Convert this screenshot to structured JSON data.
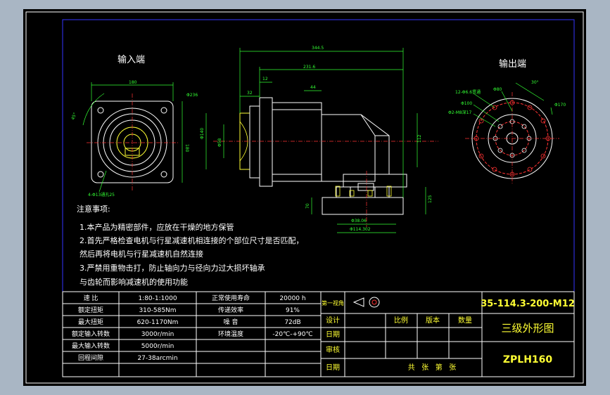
{
  "views": {
    "input_title": "输入端",
    "output_title": "输出端"
  },
  "dimensions": {
    "overall_length": "344.5",
    "mid_length": "231.6",
    "d_44": "44",
    "d_32": "32",
    "d_12": "12",
    "input_square": "180",
    "input_side": "180",
    "input_dia": "Φ236",
    "input_angle": "45°",
    "input_holes": "4-Φ13通孔25",
    "bore1": "Φ140",
    "bore2": "Φ58",
    "height_112": "112",
    "height_2": "125",
    "height_3": "70",
    "base_w": "Φ114.302",
    "base_w2": "Φ38.06",
    "out_holes1": "12-Φ6.6贯通",
    "out_dia1": "Φ80",
    "out_dia2": "Φ100",
    "out_holes2": "Φ2-M8深17",
    "out_dia3": "Φ170",
    "out_angle": "30°"
  },
  "notes": {
    "heading": "注意事项:",
    "line1": "1.本产品为精密部件，应放在干燥的地方保管",
    "line2": "2.首先严格检查电机与行星减速机相连接的个部位尺寸是否匹配，",
    "line3": "然后再将电机与行星减速机自然连接",
    "line4": "3.严禁用重物击打，防止轴向力与径向力过大损坏轴承",
    "line5": "与齿轮而影响减速机的使用功能"
  },
  "specs": {
    "rows": [
      {
        "label": "速 比",
        "value": "1:80-1:1000",
        "label2": "正常使用寿命",
        "value2": "20000 h"
      },
      {
        "label": "额定扭矩",
        "value": "310-585Nm",
        "label2": "传递效率",
        "value2": "91%"
      },
      {
        "label": "最大扭矩",
        "value": "620-1170Nm",
        "label2": "噪 音",
        "value2": "72dB"
      },
      {
        "label": "额定输入转数",
        "value": "3000r/min",
        "label2": "环境温度",
        "value2": "-20℃-+90℃"
      },
      {
        "label": "最大输入转数",
        "value": "5000r/min",
        "label2": "",
        "value2": ""
      },
      {
        "label": "回程间隙",
        "value": "27-38arcmin",
        "label2": "",
        "value2": ""
      }
    ]
  },
  "title_block": {
    "projection_label": "第一视角",
    "design": "设计",
    "date1": "日期",
    "review": "审核",
    "date2": "日期",
    "scale": "比例",
    "version": "版本",
    "quantity": "数量",
    "sheets": "共   张   第   张",
    "drawing_no": "35-114.3-200-M12",
    "drawing_title": "三级外形图",
    "model": "ZPLH160"
  },
  "colors": {
    "frame": "#ffffff",
    "dim": "#33ff33",
    "outline": "#ffffff",
    "center": "#ff3333",
    "text": "#ffff33",
    "border_blue": "#3333ff"
  }
}
